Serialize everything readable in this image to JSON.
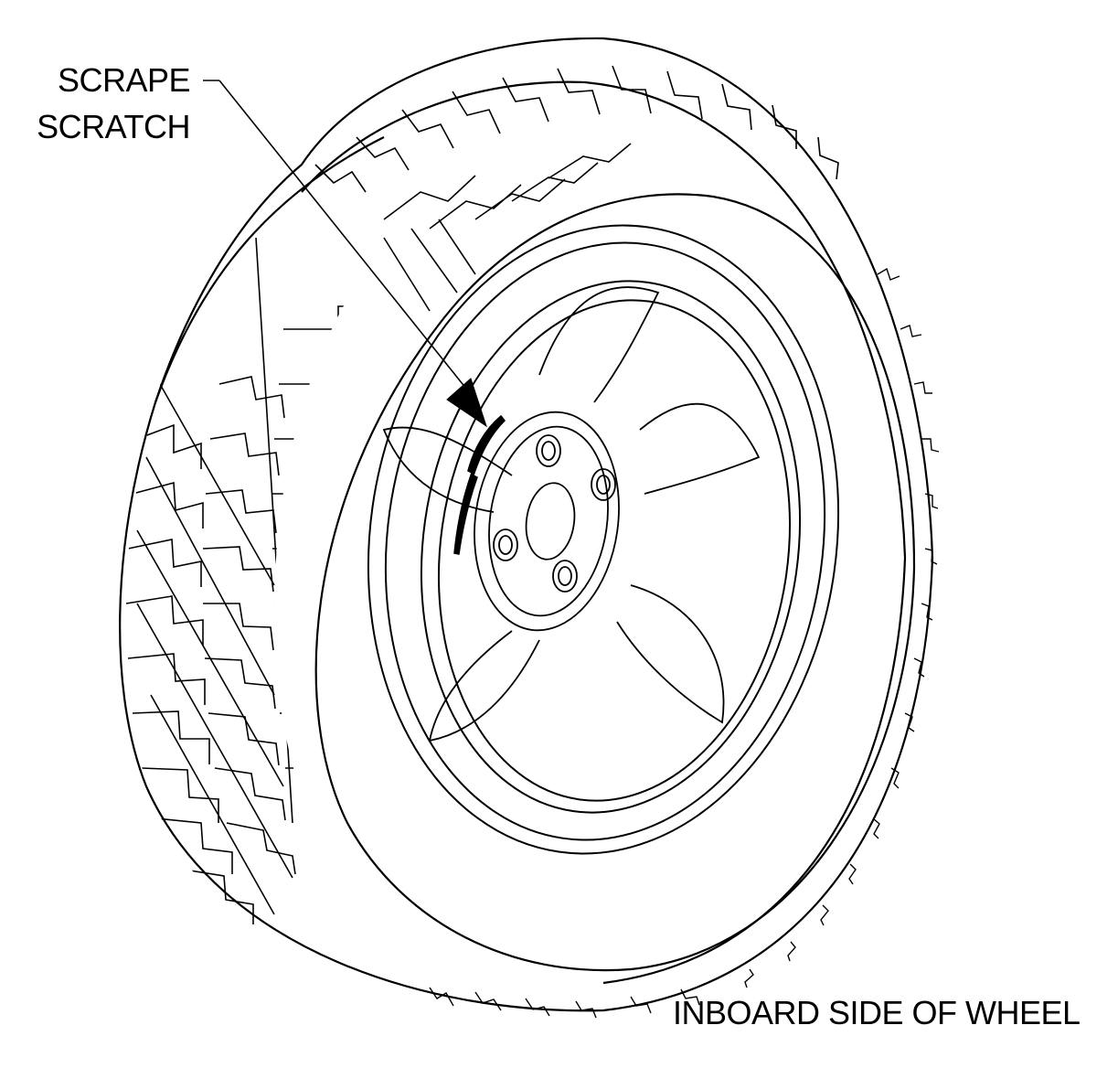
{
  "callout": {
    "line1": "SCRAPE",
    "line2": "SCRATCH"
  },
  "caption": "INBOARD SIDE OF WHEEL",
  "colors": {
    "ink": "#000000",
    "paper": "#ffffff"
  },
  "icons": {
    "pointer": "arrow-pointer-icon",
    "damage": "scratch-mark-icon"
  }
}
